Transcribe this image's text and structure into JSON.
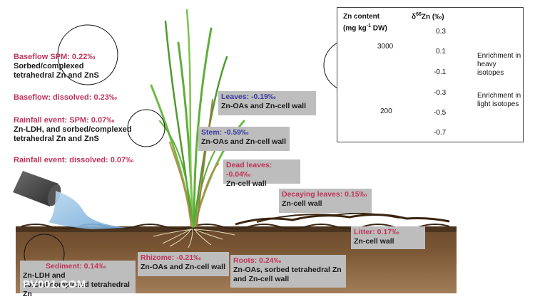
{
  "legend": {
    "zn_content_title": "Zn content",
    "zn_content_unit": "(mg kg",
    "zn_content_unit_sup": "-1",
    "zn_content_unit_end": " DW)",
    "delta_title_pre": "δ",
    "delta_title_sup": "66",
    "delta_title_post": "Zn (‰)",
    "size_large": "3000",
    "size_small": "200",
    "scale_ticks": [
      "0.3",
      "0.1",
      "-0.1",
      "-0.3",
      "-0.5",
      "-0.7"
    ],
    "heavy_label": "Enrichment in heavy isotopes",
    "light_label": "Enrichment in light isotopes",
    "colors": {
      "top": "#d9353f",
      "mid": "#9b3f8e",
      "bottom": "#4b57b8"
    }
  },
  "labels": {
    "baseflow_spm": {
      "title": "Baseflow SPM: 0.22‰",
      "body": "Sorbed/complexed tetrahedral Zn and ZnS"
    },
    "baseflow_dissolved": {
      "title": "Baseflow: dissolved: 0.23‰"
    },
    "rainfall_spm": {
      "title": "Rainfall event: SPM: 0.07‰",
      "body": "Zn-LDH, and sorbed/complexed tetrahedral Zn and ZnS"
    },
    "rainfall_dissolved": {
      "title": "Rainfall event: dissolved: 0.07‰"
    },
    "leaves": {
      "title": "Leaves: -0.19‰",
      "body": "Zn-OAs and Zn-cell wall"
    },
    "stem": {
      "title": "Stem: -0.59‰",
      "body": "Zn-OAs and Zn-cell wall"
    },
    "dead_leaves": {
      "title": "Dead leaves: -0.04‰",
      "body": "Zn-cell wall"
    },
    "decaying_leaves": {
      "title": "Decaying leaves: 0.15‰",
      "body": "Zn-cell wall"
    },
    "litter": {
      "title": "Litter: 0.17‰",
      "body": "Zn-cell wall"
    },
    "sediment": {
      "title": "Sediment: 0.14‰",
      "body": "Zn-LDH and sorbed/complexed tetrahedral Zn"
    },
    "rhizome": {
      "title": "Rhizome: -0.21‰",
      "body": "Zn-OAs and Zn-cell wall"
    },
    "roots": {
      "title": "Roots: 0.24‰",
      "body": "Zn-OAs, sorbed tetrahedral Zn and Zn-cell wall"
    }
  },
  "watermark": "PV001.COM"
}
